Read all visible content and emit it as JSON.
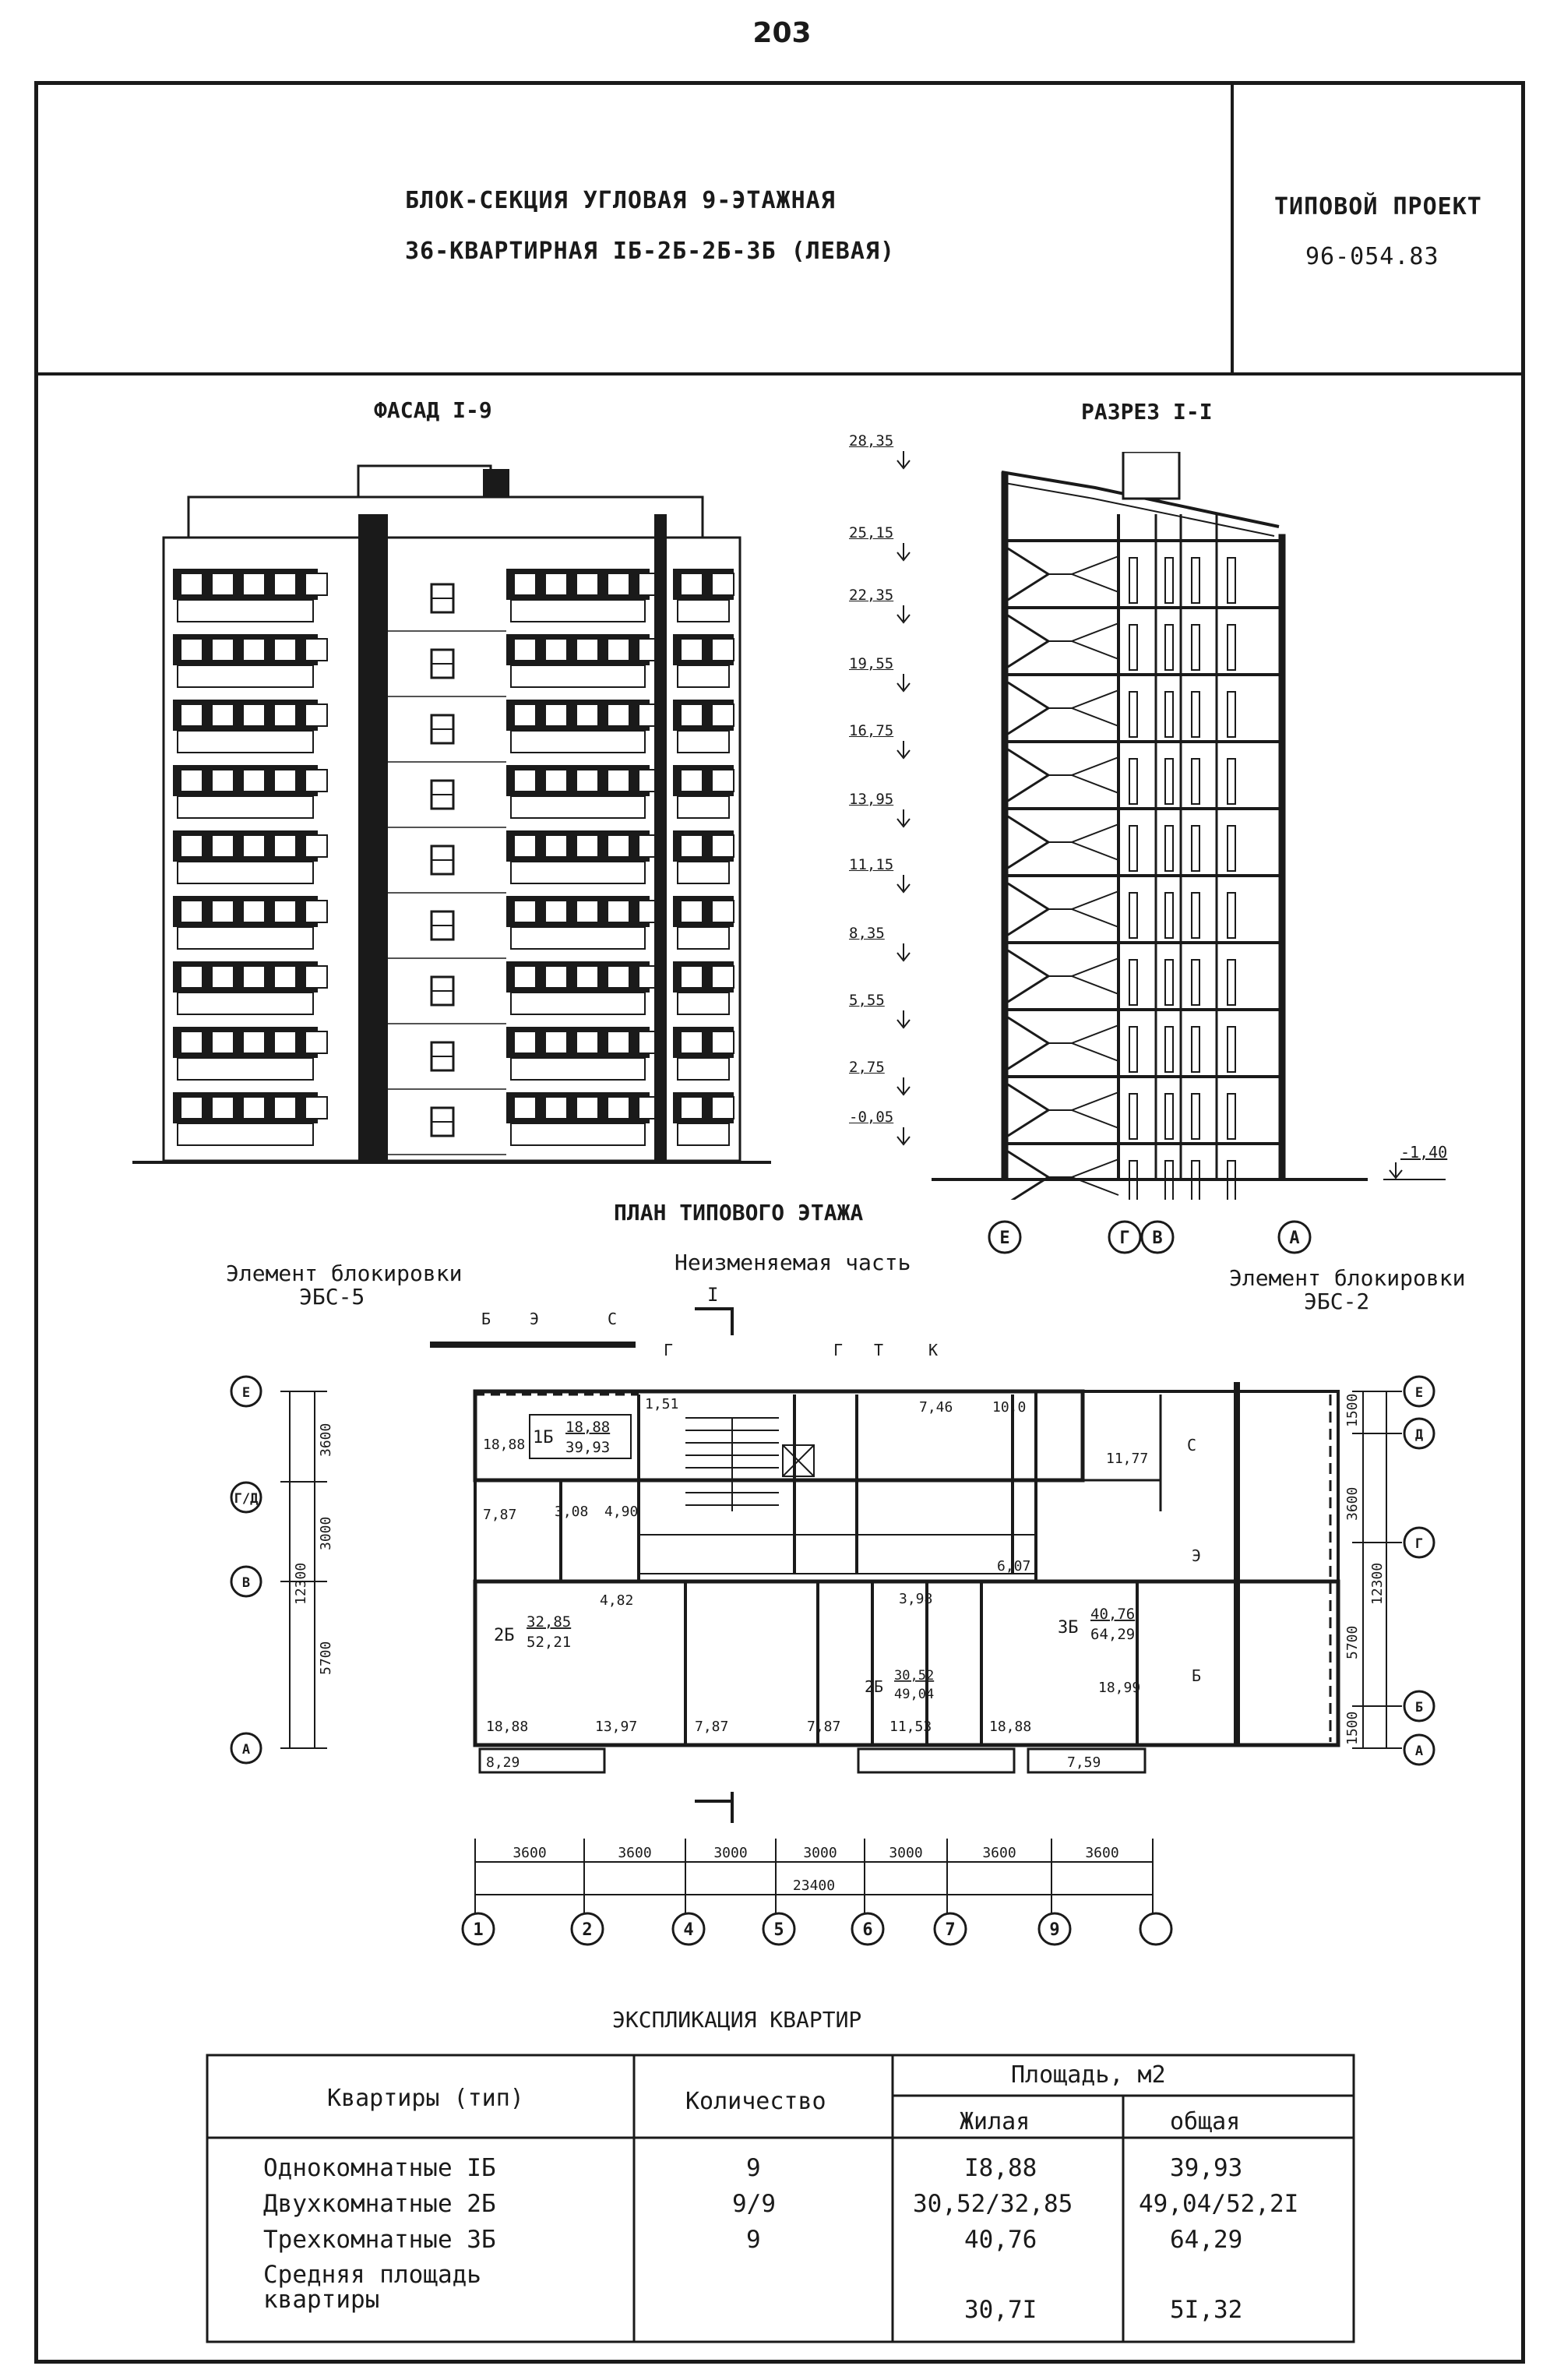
{
  "page_number": "203",
  "title_block": {
    "line1": "БЛОК-СЕКЦИЯ УГЛОВАЯ 9-ЭТАЖНАЯ",
    "line2": "36-КВАРТИРНАЯ IБ-2Б-2Б-3Б (ЛЕВАЯ)",
    "project_label": "ТИПОВОЙ ПРОЕКТ",
    "project_number": "96-054.83"
  },
  "facade": {
    "title": "ФАСАД I-9"
  },
  "section": {
    "title": "РАЗРЕЗ I-I",
    "levels": [
      "28,35",
      "25,15",
      "22,35",
      "19,55",
      "16,75",
      "13,95",
      "11,15",
      "8,35",
      "5,55",
      "2,75",
      "-0,05"
    ],
    "ground_level": "-1,40",
    "axes": [
      "Е",
      "Г",
      "В",
      "А"
    ]
  },
  "plan": {
    "title": "ПЛАН ТИПОВОГО ЭТАЖА",
    "left_element_label": "Элемент блокировки",
    "left_element_code": "ЭБС-5",
    "right_element_label": "Элемент блокировки",
    "right_element_code": "ЭБС-2",
    "fixed_part_label": "Неизменяемая часть",
    "section_mark": "I",
    "apartments": {
      "apt_1b": {
        "type": "1Б",
        "area_living": "18,88",
        "area_total": "39,93"
      },
      "apt_2b_left": {
        "type": "2Б",
        "area_living": "32,85",
        "area_total": "52,21"
      },
      "apt_2b_right": {
        "type": "2Б",
        "area_living": "30,52",
        "area_total": "49,04"
      },
      "apt_3b": {
        "type": "3Б",
        "area_living": "40,76",
        "area_total": "64,29"
      }
    },
    "room_areas": [
      "18,88",
      "7,87",
      "3,08",
      "4,90",
      "1,51",
      "4,82",
      "18,88",
      "13,97",
      "7,87",
      "7,87",
      "11,53",
      "18,88",
      "8,29",
      "7,59",
      "3,98",
      "6,07",
      "7,46",
      "10,0",
      "11,77",
      "18,99"
    ],
    "bottom_dims": [
      "3600",
      "3600",
      "3000",
      "3000",
      "3000",
      "3600",
      "3600"
    ],
    "total_dim": "23400",
    "left_dims": [
      "3600",
      "3000",
      "5700"
    ],
    "left_total": "12300",
    "right_dims": [
      "1500",
      "3600",
      "5700",
      "1500"
    ],
    "right_total": "12300",
    "axes_bottom": [
      "1",
      "2",
      "4",
      "5",
      "6",
      "7",
      "9",
      ""
    ],
    "axes_left": [
      "Е",
      "Г/Д",
      "В",
      "А"
    ],
    "axes_right": [
      "Е",
      "Д",
      "Г",
      "Б",
      "А"
    ],
    "top_marks": [
      "Б",
      "Э",
      "С",
      "Г",
      "Г",
      "Т",
      "К"
    ],
    "side_marks": [
      "С",
      "Э",
      "Б"
    ]
  },
  "explication": {
    "title": "ЭКСПЛИКАЦИЯ КВАРТИР",
    "headers": {
      "type": "Квартиры (тип)",
      "count": "Количество",
      "area": "Площадь, м2",
      "living": "Жилая",
      "total": "общая"
    },
    "rows": [
      {
        "type": "Однокомнатные IБ",
        "count": "9",
        "living": "I8,88",
        "total": "39,93"
      },
      {
        "type": "Двухкомнатные 2Б",
        "count": "9/9",
        "living": "30,52/32,85",
        "total": "49,04/52,2I"
      },
      {
        "type": "Трехкомнатные 3Б",
        "count": "9",
        "living": "40,76",
        "total": "64,29"
      },
      {
        "type": "Средняя площадь\nквартиры",
        "count": "",
        "living": "30,7I",
        "total": "5I,32"
      }
    ]
  }
}
